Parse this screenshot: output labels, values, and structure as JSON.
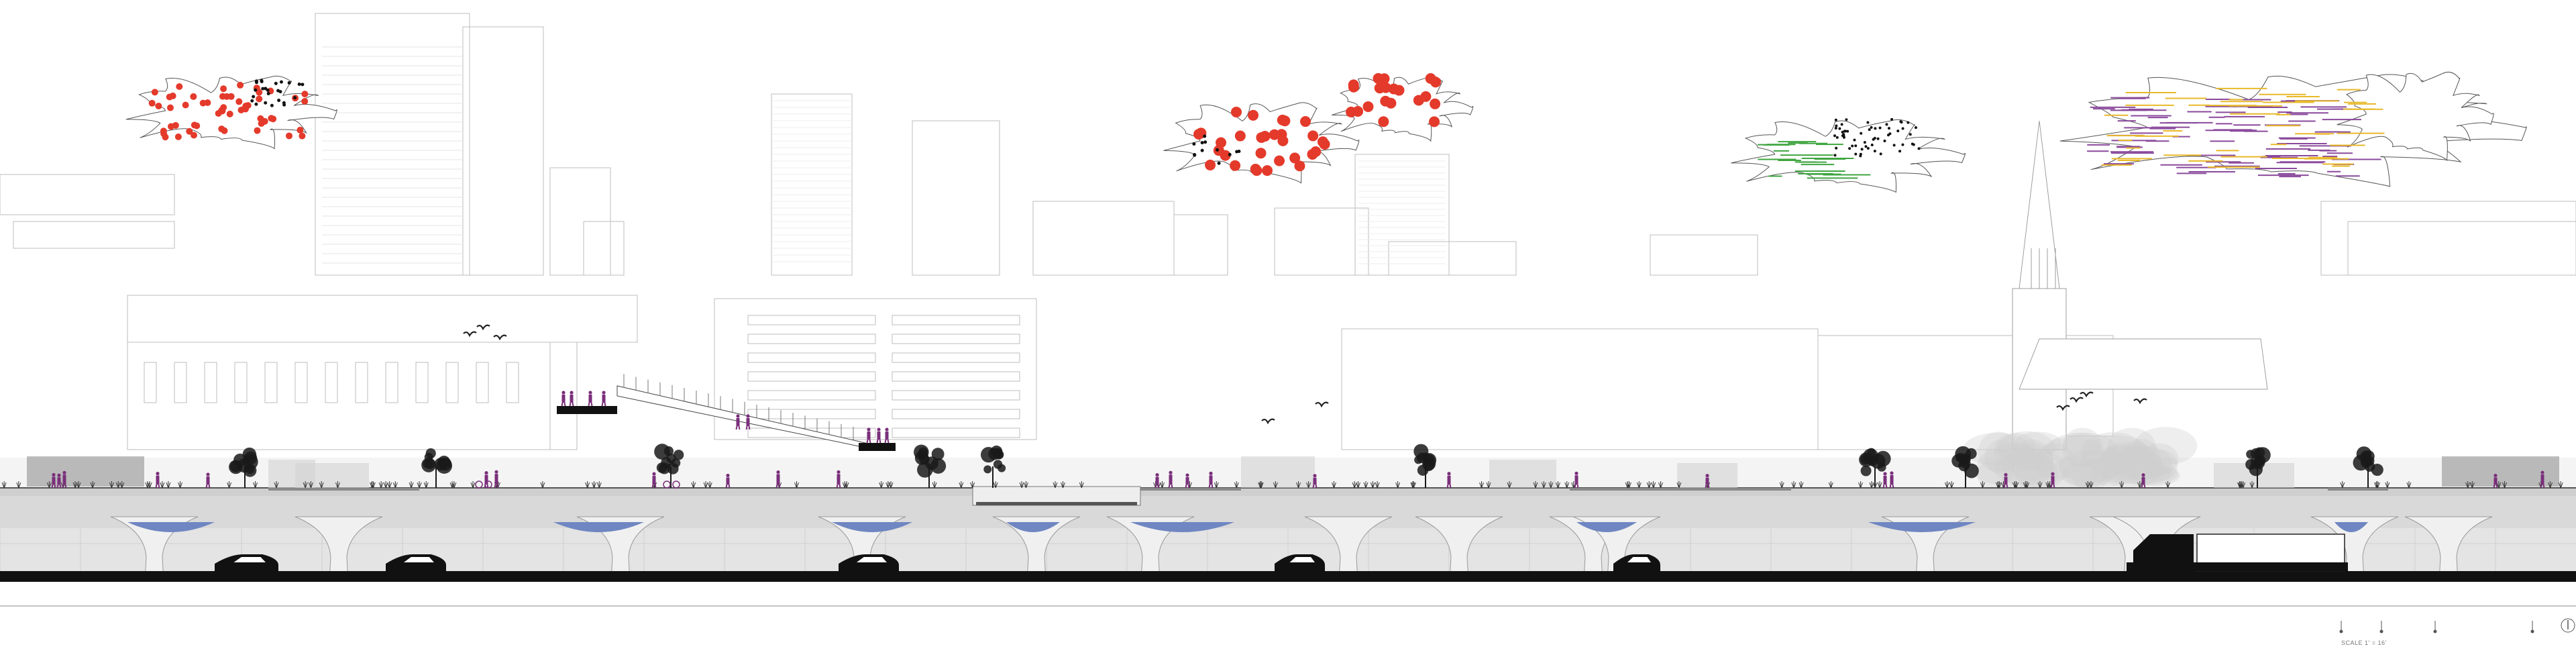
{
  "drawing": {
    "type": "architectural-section",
    "scale_note": "SCALE 1' = 16'"
  },
  "palette": {
    "outline": "#bdbdbd",
    "structure": "#d9d9d9",
    "structure_dark": "#c7c7c7",
    "road": "#111111",
    "water": "#6f86c2",
    "people": "#7a2f7a",
    "vegetation": "#1a1a1a",
    "cloud_red": "#e43a2b",
    "cloud_green": "#3fa540",
    "cloud_purple": "#8a4a9c",
    "cloud_yellow": "#e8b92a"
  },
  "clouds": [
    {
      "pattern": "red-dots"
    },
    {
      "pattern": "red-dots"
    },
    {
      "pattern": "green-lines"
    },
    {
      "pattern": "purple-yellow-lines"
    }
  ],
  "icons": {
    "north_arrow": "north-arrow-icon",
    "bird": "bird-icon",
    "tree": "tree-icon",
    "person": "person-icon",
    "car": "car-icon",
    "truck": "truck-icon"
  }
}
